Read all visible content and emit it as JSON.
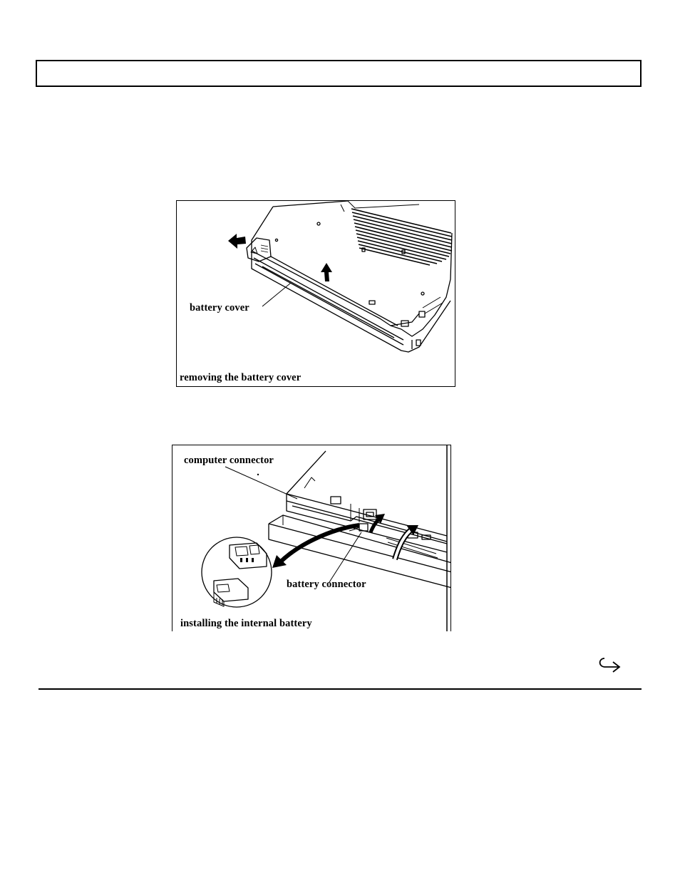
{
  "figure_removing": {
    "label_cover": "battery cover",
    "caption": "removing the battery cover"
  },
  "figure_installing": {
    "label_computer_connector": "computer connector",
    "label_battery_connector": "battery connector",
    "caption": "installing the internal battery"
  },
  "footer": {
    "continue_icon": "continued-arrow-icon"
  }
}
